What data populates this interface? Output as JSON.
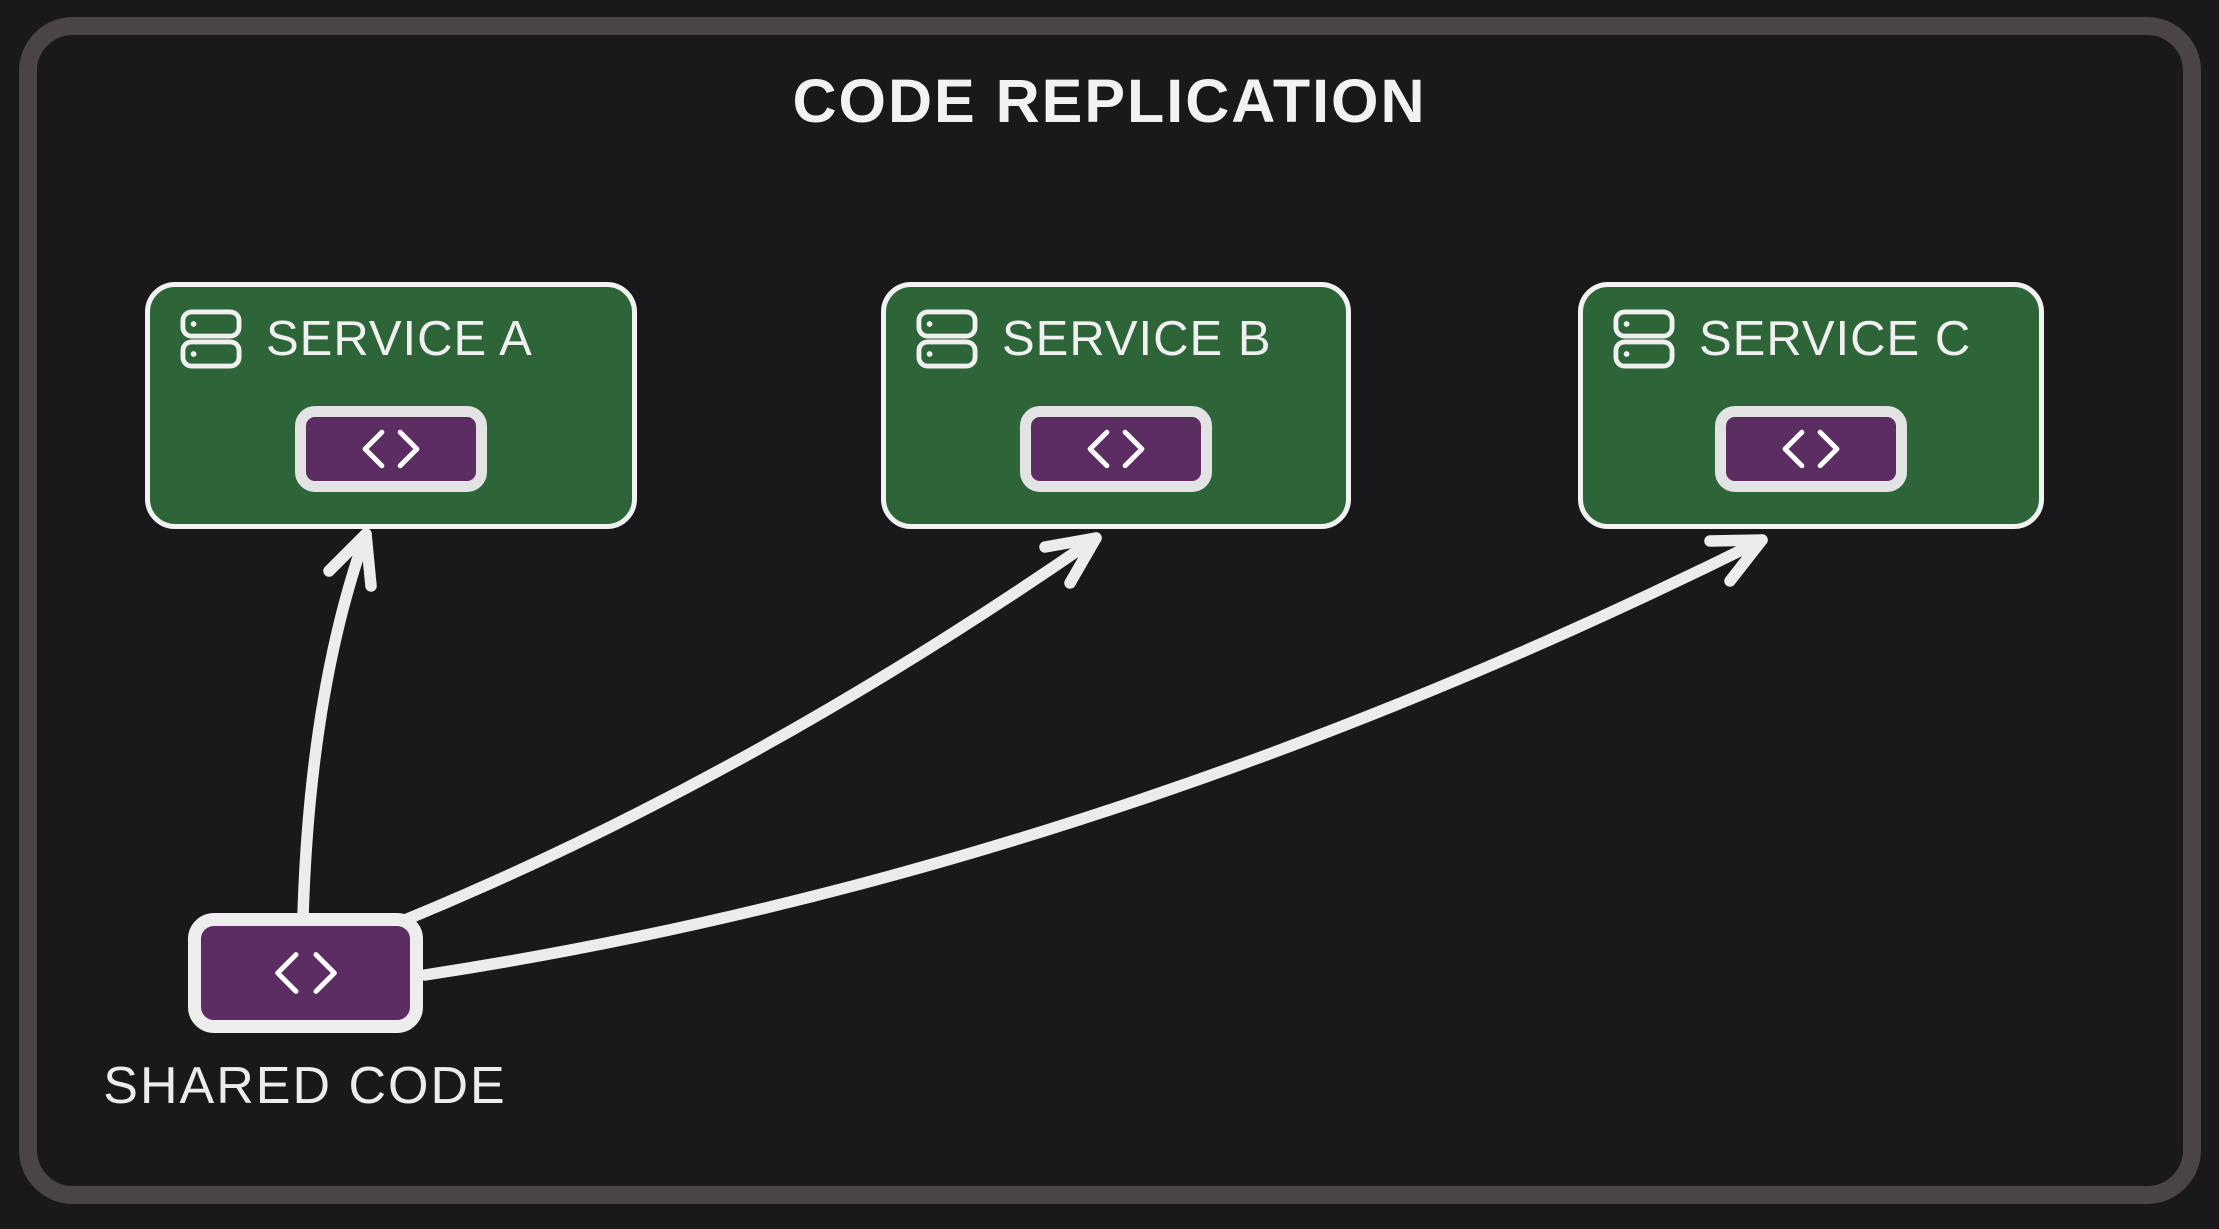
{
  "title": "CODE REPLICATION",
  "services": [
    {
      "label": "SERVICE A"
    },
    {
      "label": "SERVICE B"
    },
    {
      "label": "SERVICE C"
    }
  ],
  "shared": {
    "label": "SHARED CODE"
  },
  "icons": {
    "server_icon": "two stacked rounded server bars with indicator dots",
    "code_icon": "angle brackets < >"
  },
  "colors": {
    "background": "#19191b",
    "frame_border": "#4a4347",
    "service_fill": "#2d6539",
    "code_fill": "#5c2d62",
    "box_border": "#f2f2f2",
    "badge_border": "#e3e3e3",
    "arrow": "#ececec",
    "text": "#f0f0f0"
  }
}
